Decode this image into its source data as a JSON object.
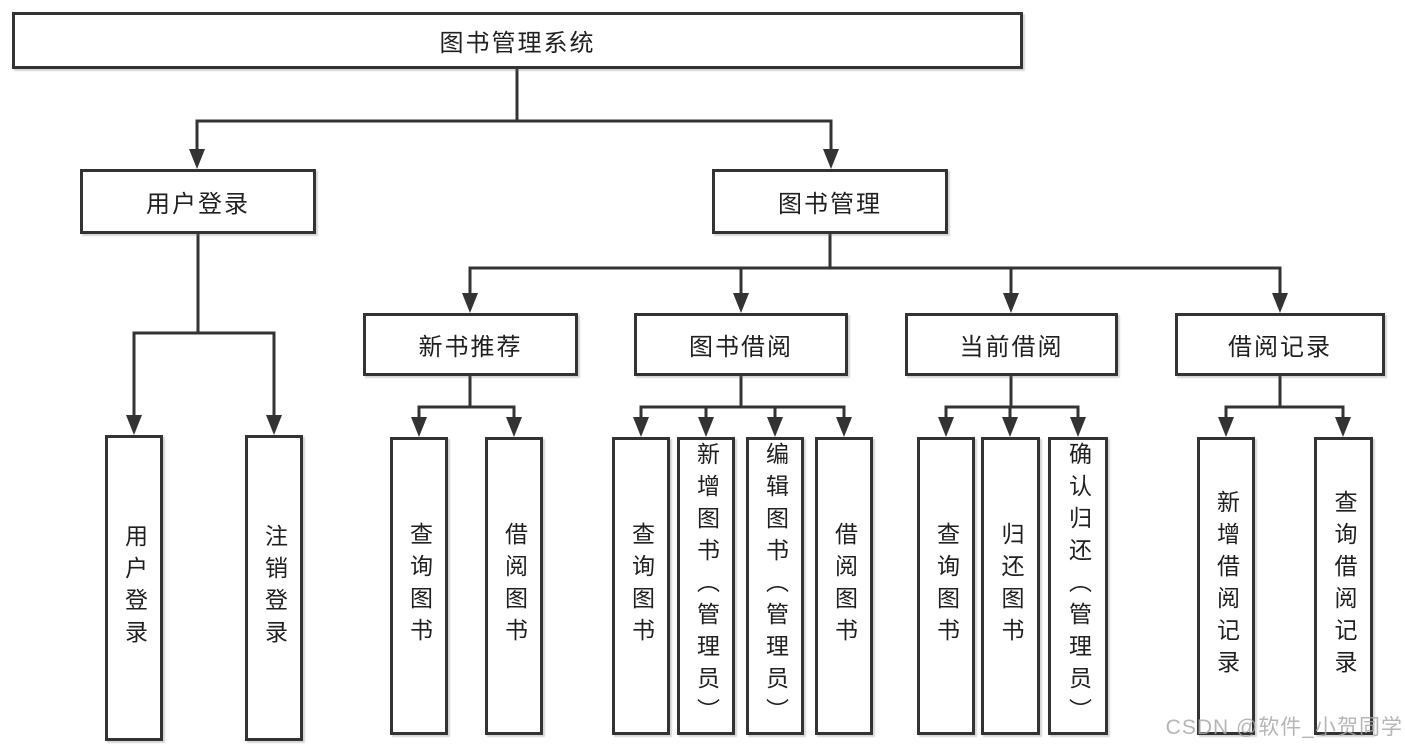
{
  "diagram": {
    "root": "图书管理系统",
    "login": {
      "label": "用户登录",
      "leaves": [
        "用户登录",
        "注销登录"
      ]
    },
    "management": {
      "label": "图书管理",
      "groups": [
        {
          "label": "新书推荐",
          "leaves": [
            "查询图书",
            "借阅图书"
          ]
        },
        {
          "label": "图书借阅",
          "leaves": [
            "查询图书",
            "新增图书（管理员）",
            "编辑图书（管理员）",
            "借阅图书"
          ]
        },
        {
          "label": "当前借阅",
          "leaves": [
            "查询图书",
            "归还图书",
            "确认归还（管理员）"
          ]
        },
        {
          "label": "借阅记录",
          "leaves": [
            "新增借阅记录",
            "查询借阅记录"
          ]
        }
      ]
    }
  },
  "watermark": "CSDN @软件_小贺同学",
  "colors": {
    "line": "#333333",
    "box_border": "#333333",
    "text": "#1f1f1f",
    "watermark": "#a9a9a9",
    "background": "#ffffff"
  }
}
